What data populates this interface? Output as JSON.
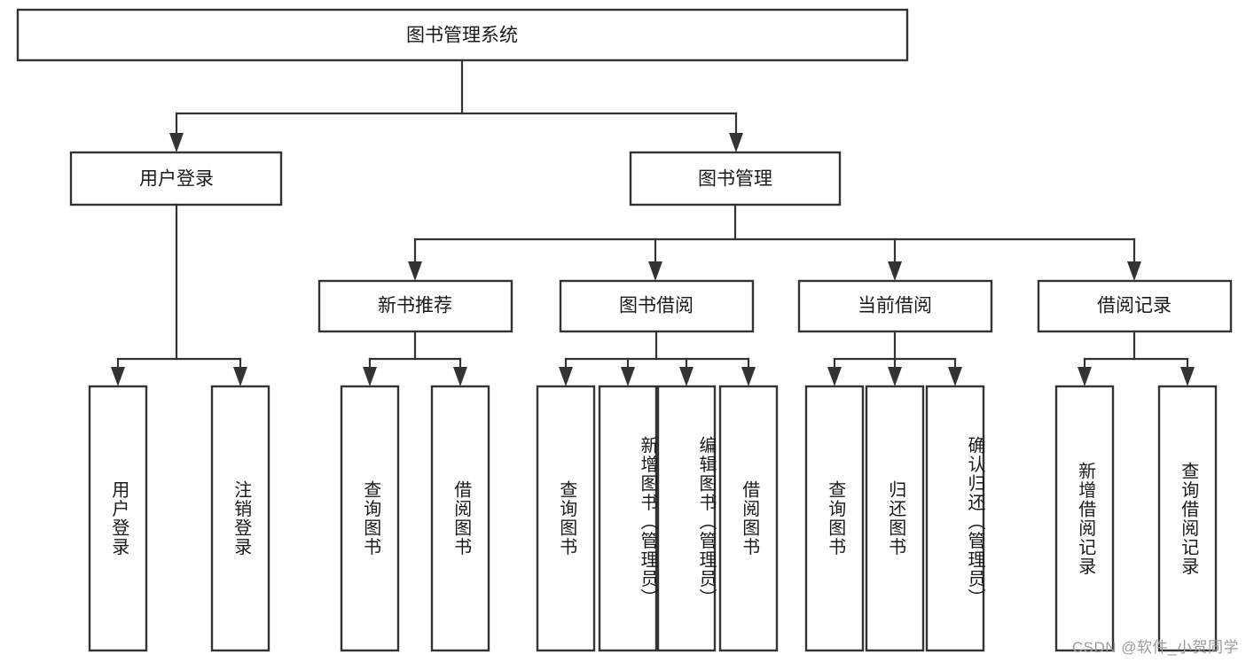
{
  "diagram": {
    "title": "图书管理系统",
    "type": "tree-hierarchy-diagram",
    "colors": {
      "box_stroke": "#333333",
      "box_fill": "#ffffff",
      "connector": "#333333",
      "text": "#1a1a1a",
      "watermark": "#9d9d9d",
      "background": "#ffffff"
    },
    "root": {
      "label": "图书管理系统"
    },
    "level2": [
      {
        "label": "用户登录"
      },
      {
        "label": "图书管理"
      }
    ],
    "level3": [
      {
        "label": "新书推荐"
      },
      {
        "label": "图书借阅"
      },
      {
        "label": "当前借阅"
      },
      {
        "label": "借阅记录"
      }
    ],
    "leaves": {
      "user_login": [
        {
          "label": "用户登录"
        },
        {
          "label": "注销登录"
        }
      ],
      "new_book_recommend": [
        {
          "label": "查询图书"
        },
        {
          "label": "借阅图书"
        }
      ],
      "book_borrow": [
        {
          "label": "查询图书"
        },
        {
          "label": "新增图书（管理员）"
        },
        {
          "label": "编辑图书（管理员）"
        },
        {
          "label": "借阅图书"
        }
      ],
      "current_borrow": [
        {
          "label": "查询图书"
        },
        {
          "label": "归还图书"
        },
        {
          "label": "确认归还（管理员）"
        }
      ],
      "borrow_record": [
        {
          "label": "新增借阅记录"
        },
        {
          "label": "查询借阅记录"
        }
      ]
    }
  },
  "watermark": {
    "text": "CSDN @软件_小贺同学"
  }
}
